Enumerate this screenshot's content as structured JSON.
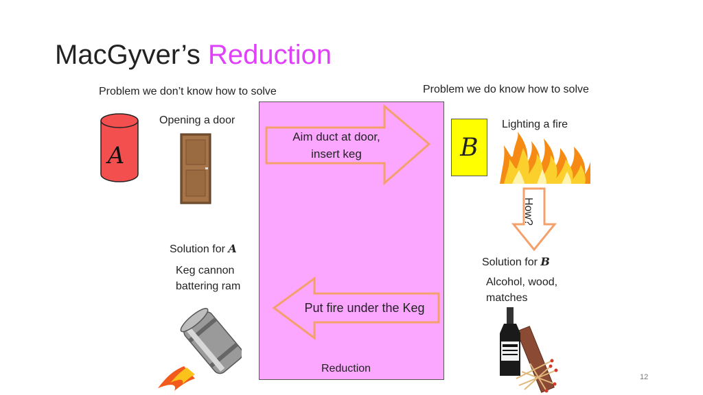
{
  "title": {
    "main": "MacGyver’s",
    "accent": "Reduction"
  },
  "problem_unknown": "Problem we don’t know how to solve",
  "problem_known": "Problem we do know how to solve",
  "opening_door": "Opening a door",
  "lighting_fire": "Lighting a fire",
  "symbol_a": "A",
  "symbol_b": "B",
  "arrow_top": {
    "line1": "Aim duct at door,",
    "line2": "insert keg"
  },
  "arrow_bottom": "Put fire under the Keg",
  "how": "How?",
  "solution_a": {
    "label": "Solution for ",
    "sym": "A",
    "line1": "Keg cannon",
    "line2": "battering ram"
  },
  "solution_b": {
    "label": "Solution for ",
    "sym": "B",
    "line1": "Alcohol, wood,",
    "line2": "matches"
  },
  "reduction_label": "Reduction",
  "page_number": "12",
  "colors": {
    "accent": "#e040fb",
    "reduction_box": "#fba6ff",
    "arrow_stroke": "#f4a06a",
    "cylinder": "#f44f4f",
    "b_box": "#ffff00"
  },
  "icons": [
    "cylinder-a",
    "door-image",
    "fire-image",
    "keg-rocket-image",
    "whiskey-matches-wood-image"
  ]
}
